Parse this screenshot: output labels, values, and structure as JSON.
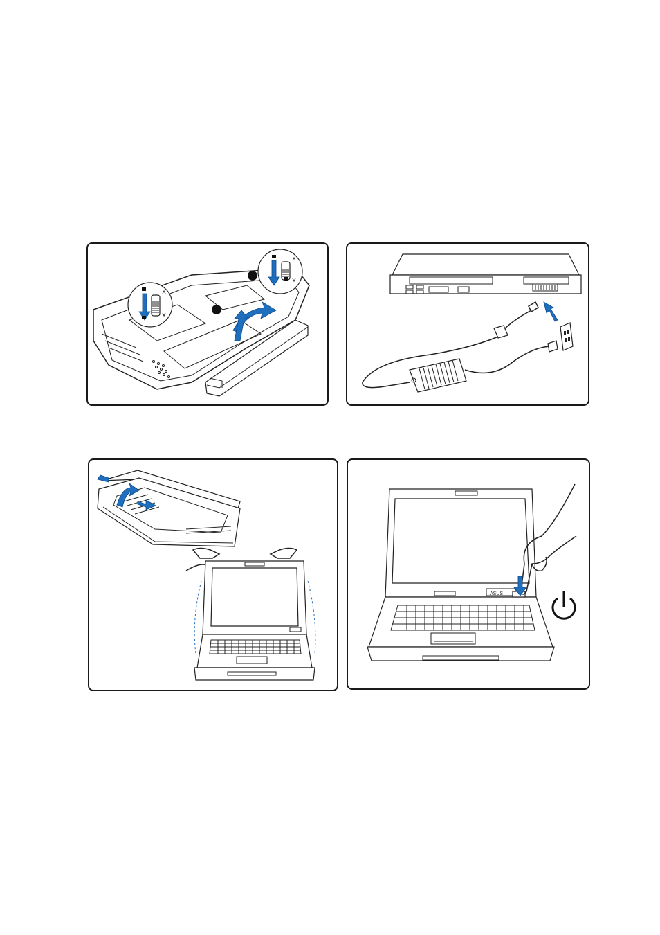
{
  "figures": [
    {
      "id": "battery",
      "icons": [
        "lock-icon",
        "unlock-icon"
      ]
    },
    {
      "id": "power-adapter"
    },
    {
      "id": "open-lid"
    },
    {
      "id": "power-button",
      "icons": [
        "power-icon"
      ]
    }
  ],
  "labels": {
    "brand": "ASUS"
  },
  "colors": {
    "accent_blue": "#1f6fbf",
    "rule": "#3a3a9a",
    "outline": "#1a1a1a"
  }
}
